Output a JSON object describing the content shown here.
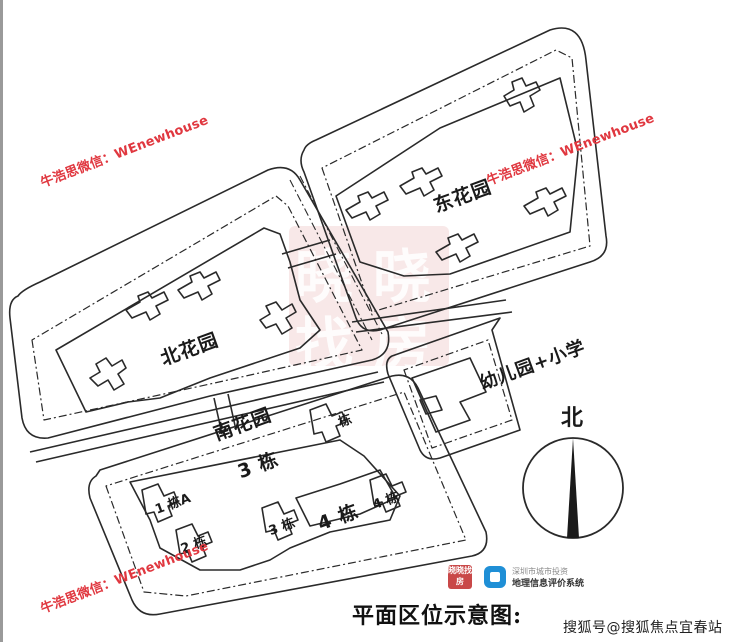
{
  "map": {
    "title": "平面区位示意图:",
    "north_label": "北",
    "zones": {
      "north_garden": "北花园",
      "east_garden": "东花园",
      "south_garden": "南花园",
      "school": "幼儿园+小学"
    },
    "buildings": {
      "b3": "3 栋",
      "b4": "4 栋",
      "b1_label": "1",
      "b1_suffix": "栋A",
      "b2_label": "2",
      "b2_suffix": "栋",
      "b3_sub": "3",
      "b3_suffix": "栋",
      "b4_sub": "4",
      "b4_suffix": "栋",
      "b_top": "栋"
    },
    "watermarks": [
      "牛浩思微信：WEnewhouse",
      "牛浩思微信：WEnewhouse",
      "牛浩思微信：WEnewhouse"
    ],
    "stamp_chars": [
      "晓",
      "晓",
      "找",
      "房"
    ],
    "logos": {
      "red_logo_text": "晓晓找房",
      "org_line1": "深圳市城市投资",
      "org_line2": "地理信息评价系统"
    },
    "credit": "搜狐号@搜狐焦点宜春站",
    "colors": {
      "line": "#2a2a2a",
      "watermark": "#e0373f",
      "stamp": "#d66e6e",
      "logo_blue": "#1f8fd6",
      "logo_red": "#c94848"
    }
  }
}
